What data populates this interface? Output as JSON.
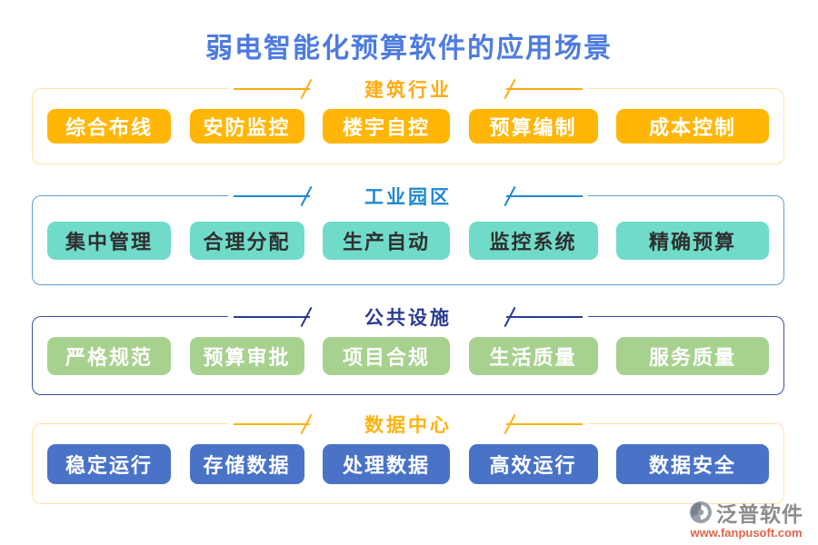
{
  "page": {
    "title": "弱电智能化预算软件的应用场景"
  },
  "colors": {
    "title": "#4D7BE0",
    "brand_text": "#8C8C8C",
    "brand_url": "#E2634B"
  },
  "sections": [
    {
      "label": "建筑行业",
      "accent": "#FFAC12",
      "border": "#FFE2A3",
      "button_bg": "#FFB607",
      "button_fg": "#FFFFFF",
      "items": [
        "综合布线",
        "安防监控",
        "楼宇自控",
        "预算编制",
        "成本控制"
      ]
    },
    {
      "label": "工业园区",
      "accent": "#1E88D2",
      "border": "#5E9FD8",
      "button_bg": "#70DBC9",
      "button_fg": "#2F2F2F",
      "items": [
        "集中管理",
        "合理分配",
        "生产自动",
        "监控系统",
        "精确预算"
      ]
    },
    {
      "label": "公共设施",
      "accent": "#2B3C93",
      "border": "#3D4CA8",
      "button_bg": "#A7D18F",
      "button_fg": "#FFFFFF",
      "items": [
        "严格规范",
        "预算审批",
        "项目合规",
        "生活质量",
        "服务质量"
      ]
    },
    {
      "label": "数据中心",
      "accent": "#FFB30F",
      "border": "#FFE2A3",
      "button_bg": "#4A73C8",
      "button_fg": "#FFFFFF",
      "items": [
        "稳定运行",
        "存储数据",
        "处理数据",
        "高效运行",
        "数据安全"
      ]
    }
  ],
  "footer": {
    "brand": "泛普软件",
    "url": "www.fanpusoft.com",
    "icon": "fanpu-logo-icon"
  }
}
